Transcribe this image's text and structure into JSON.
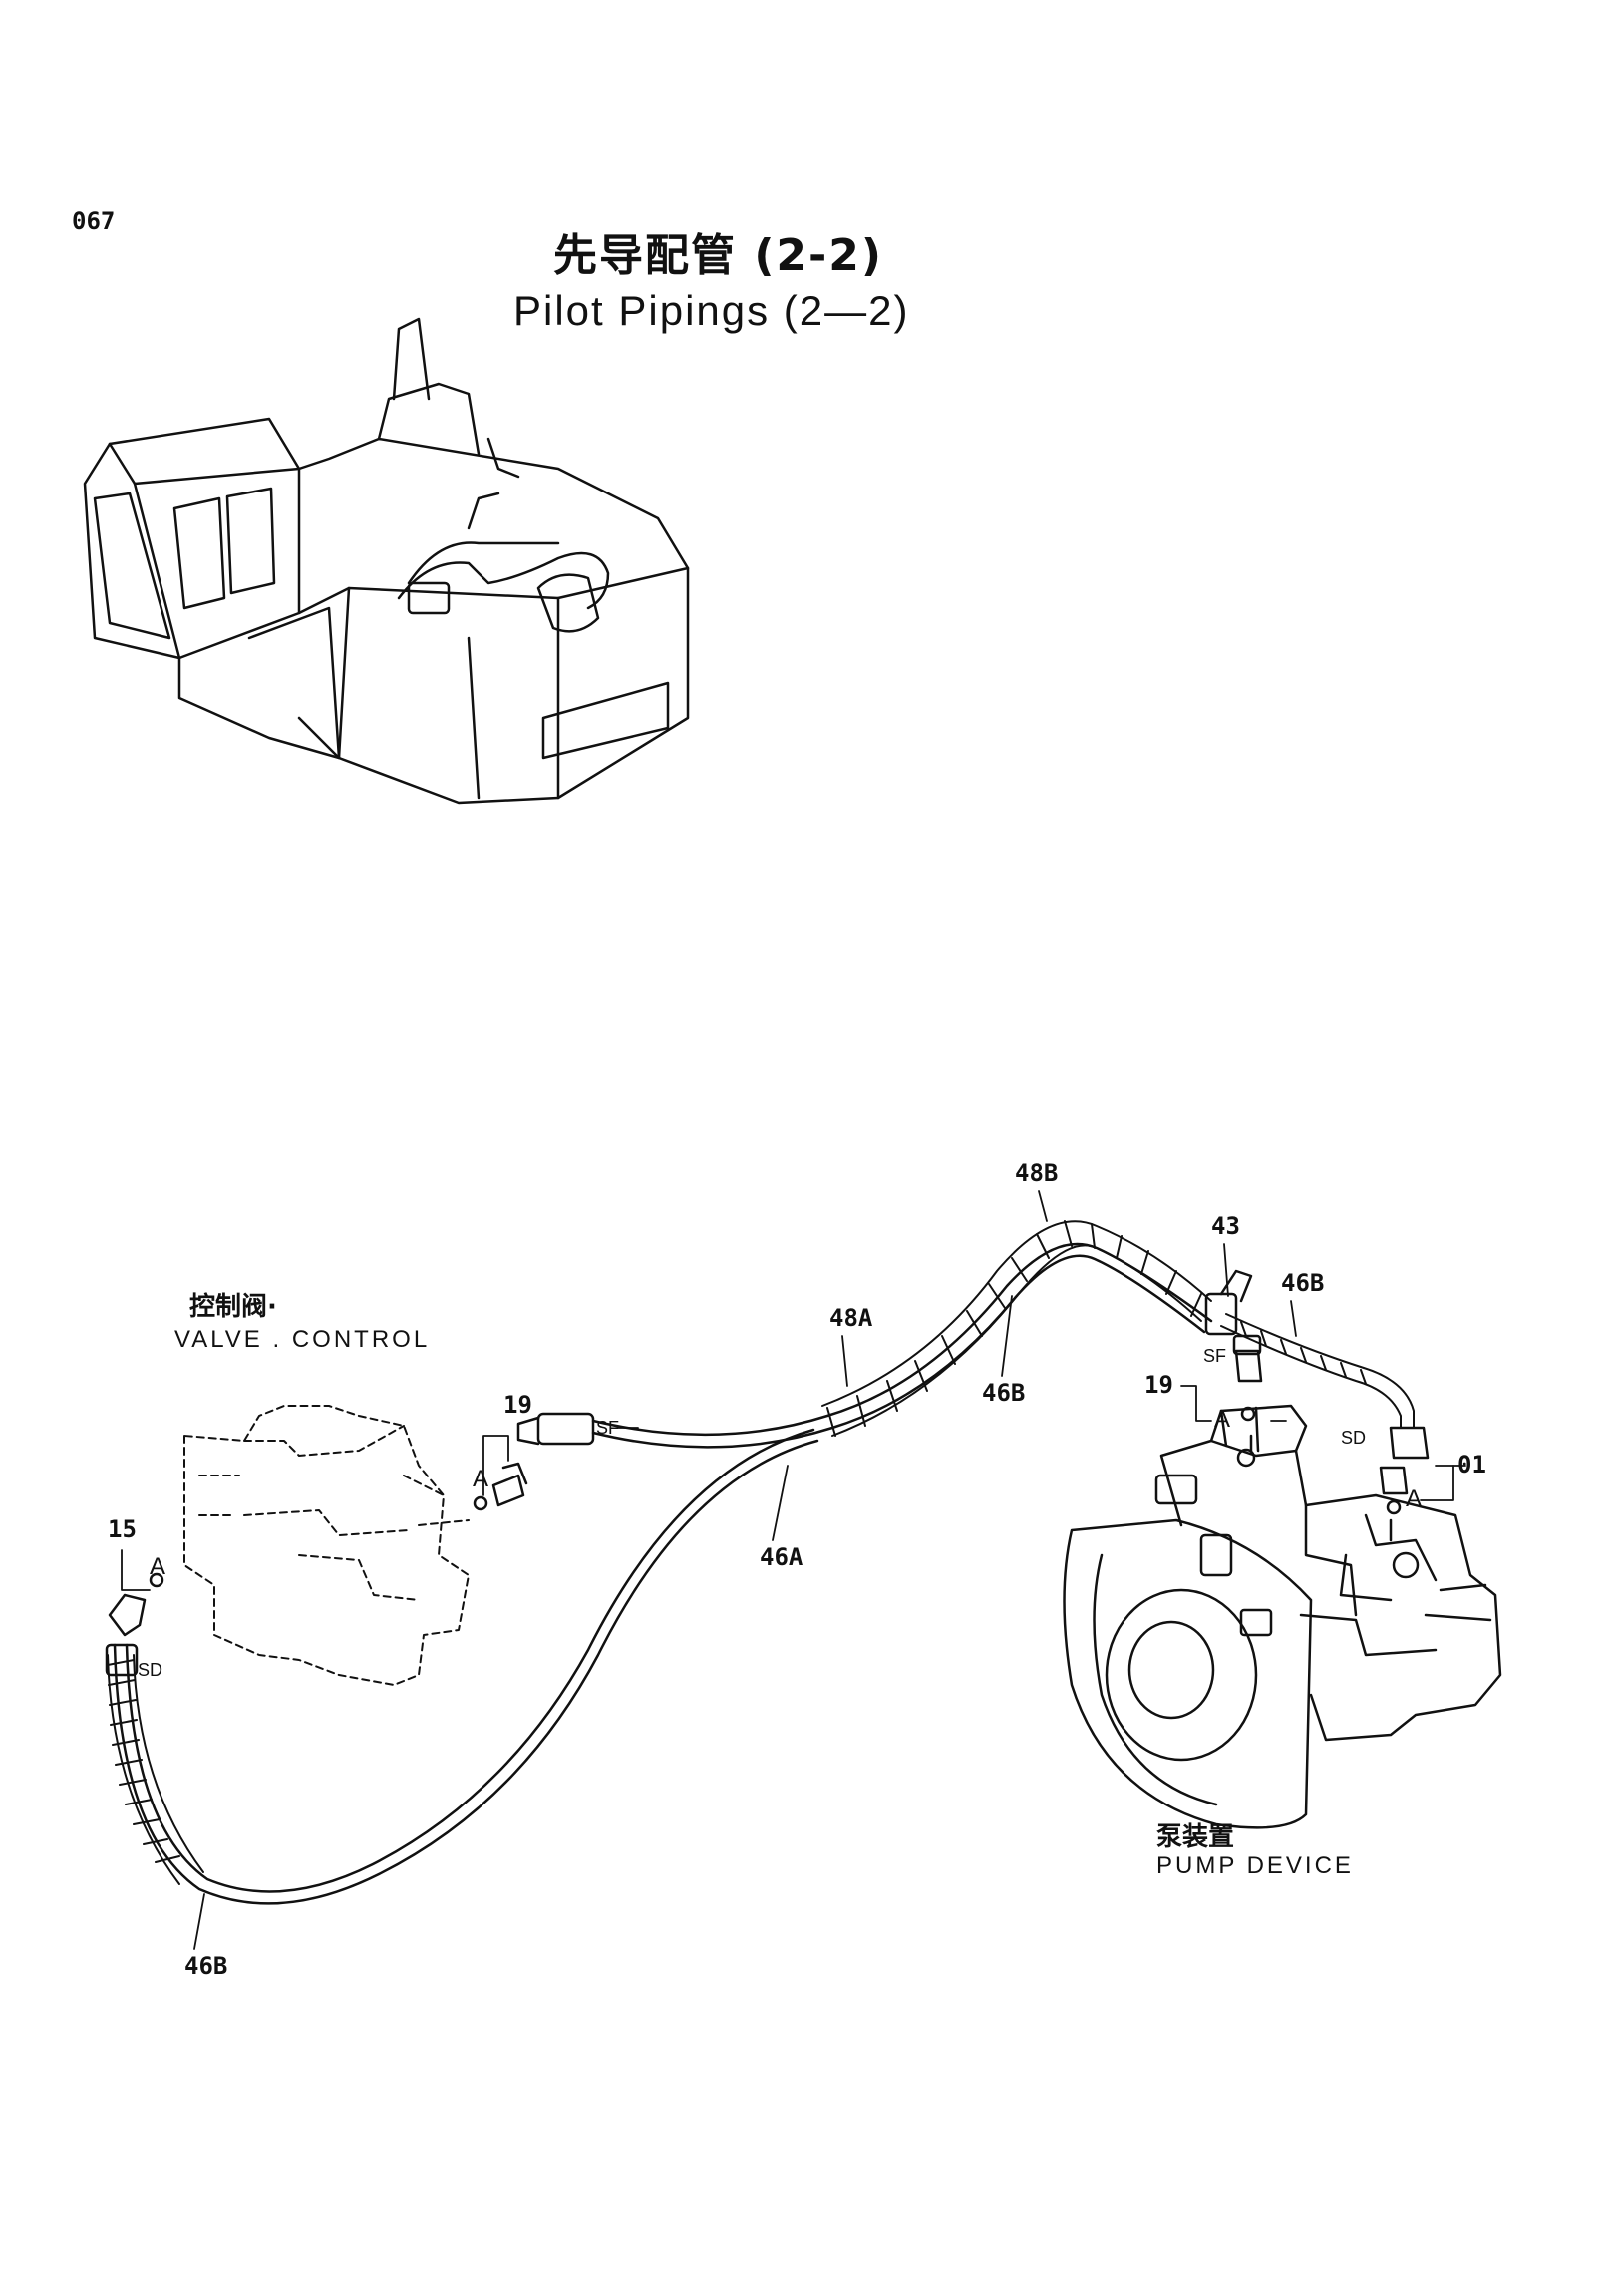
{
  "page_number": "067",
  "title_cn": "先导配管 (2-2)",
  "title_en": "Pilot Pipings (2—2)",
  "labels": {
    "valve_cn": "控制阀·",
    "valve_en": "VALVE . CONTROL",
    "pump_cn": "泵装置",
    "pump_en": "PUMP DEVICE"
  },
  "callouts": {
    "c48B": "48B",
    "c43": "43",
    "c46B_top": "46B",
    "c48A": "48A",
    "c46B_mid": "46B",
    "c19_right": "19",
    "c01": "01",
    "c19_left": "19",
    "c46A": "46A",
    "c15": "15",
    "c46B_bottom": "46B"
  },
  "tags": {
    "sf_left": "SF",
    "sf_right": "SF",
    "sd_right": "SD",
    "sd_left": "SD"
  },
  "letters": {
    "a_19_left": "A",
    "a_15": "A",
    "a_19_right": "A",
    "a_01": "A"
  }
}
